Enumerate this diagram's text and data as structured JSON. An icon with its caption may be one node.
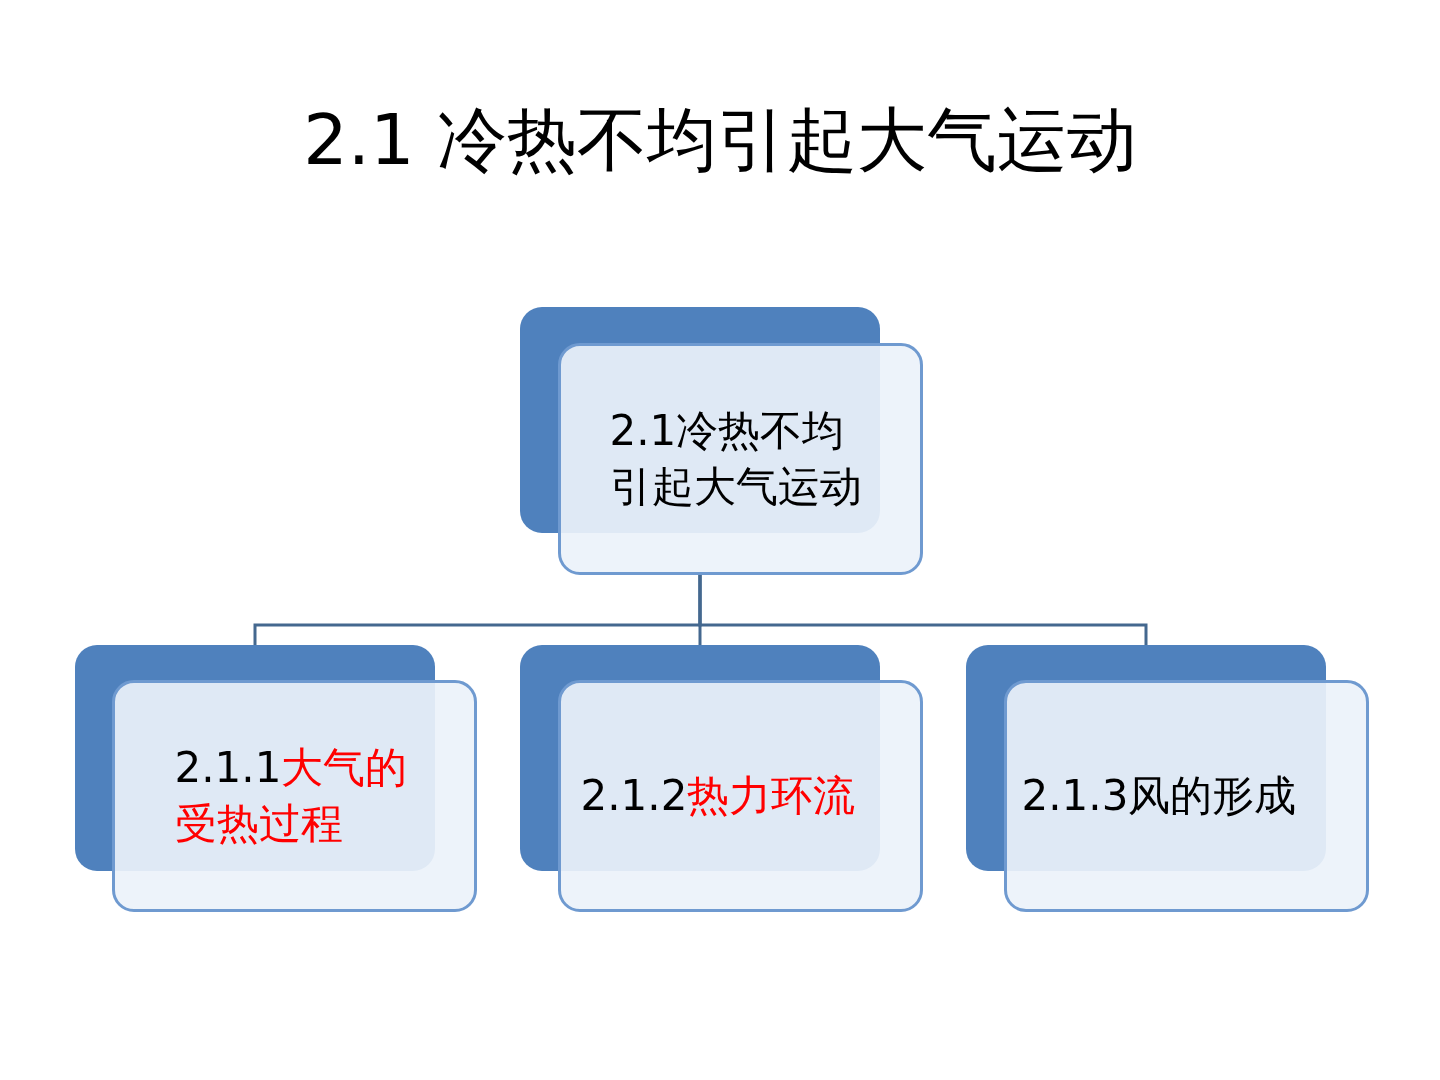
{
  "diagram": {
    "title": "2.1 冷热不均引起大气运动",
    "nodes": [
      {
        "text": [
          "2.1冷热不均引起大气运动"
        ]
      },
      {
        "text": [
          "2.1.1",
          "大气的受热过程"
        ]
      },
      {
        "text": [
          "2.1.2",
          "热力环流"
        ]
      },
      {
        "text": [
          "2.1.3风的形成"
        ]
      }
    ],
    "edges": [
      {
        "from": 0,
        "to": 1,
        "arrow": "none"
      },
      {
        "from": 0,
        "to": 2,
        "arrow": "none"
      },
      {
        "from": 0,
        "to": 3,
        "arrow": "none"
      }
    ]
  }
}
